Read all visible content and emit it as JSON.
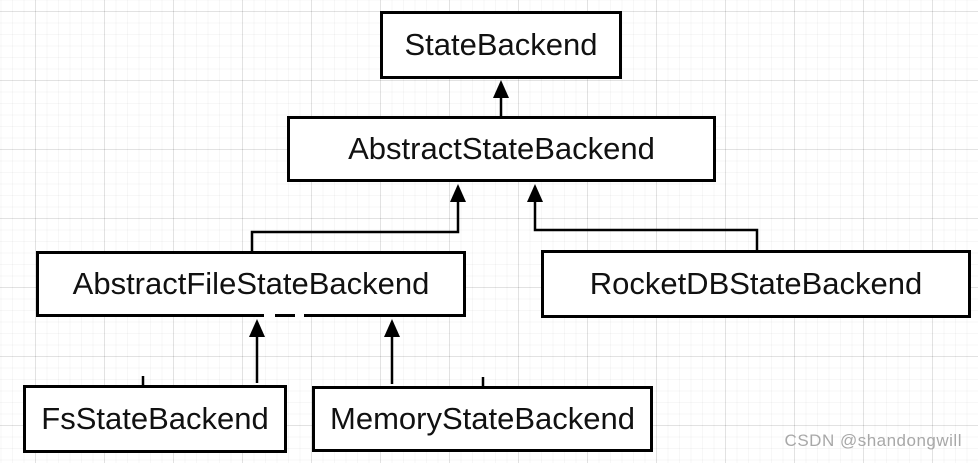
{
  "diagram": {
    "type": "class-hierarchy",
    "nodes": [
      {
        "id": "state-backend",
        "label": "StateBackend"
      },
      {
        "id": "abstract-state-backend",
        "label": "AbstractStateBackend"
      },
      {
        "id": "abstract-file-state-backend",
        "label": "AbstractFileStateBackend"
      },
      {
        "id": "rocket-db-state-backend",
        "label": "RocketDBStateBackend"
      },
      {
        "id": "fs-state-backend",
        "label": "FsStateBackend"
      },
      {
        "id": "memory-state-backend",
        "label": "MemoryStateBackend"
      }
    ],
    "edges": [
      {
        "from": "AbstractStateBackend",
        "to": "StateBackend",
        "style": "arrow-up"
      },
      {
        "from": "AbstractFileStateBackend",
        "to": "AbstractStateBackend",
        "style": "arrow-up"
      },
      {
        "from": "RocketDBStateBackend",
        "to": "AbstractStateBackend",
        "style": "arrow-up"
      },
      {
        "from": "FsStateBackend",
        "to": "AbstractFileStateBackend",
        "style": "arrow-up"
      },
      {
        "from": "MemoryStateBackend",
        "to": "AbstractFileStateBackend",
        "style": "arrow-up"
      }
    ]
  },
  "watermark": {
    "text": "CSDN @shandongwill"
  },
  "colors": {
    "node_fill": "#ffffff",
    "node_border": "#000000",
    "text": "#111111",
    "grid_major": "#e8e8e8",
    "watermark": "#a8a8a8"
  }
}
